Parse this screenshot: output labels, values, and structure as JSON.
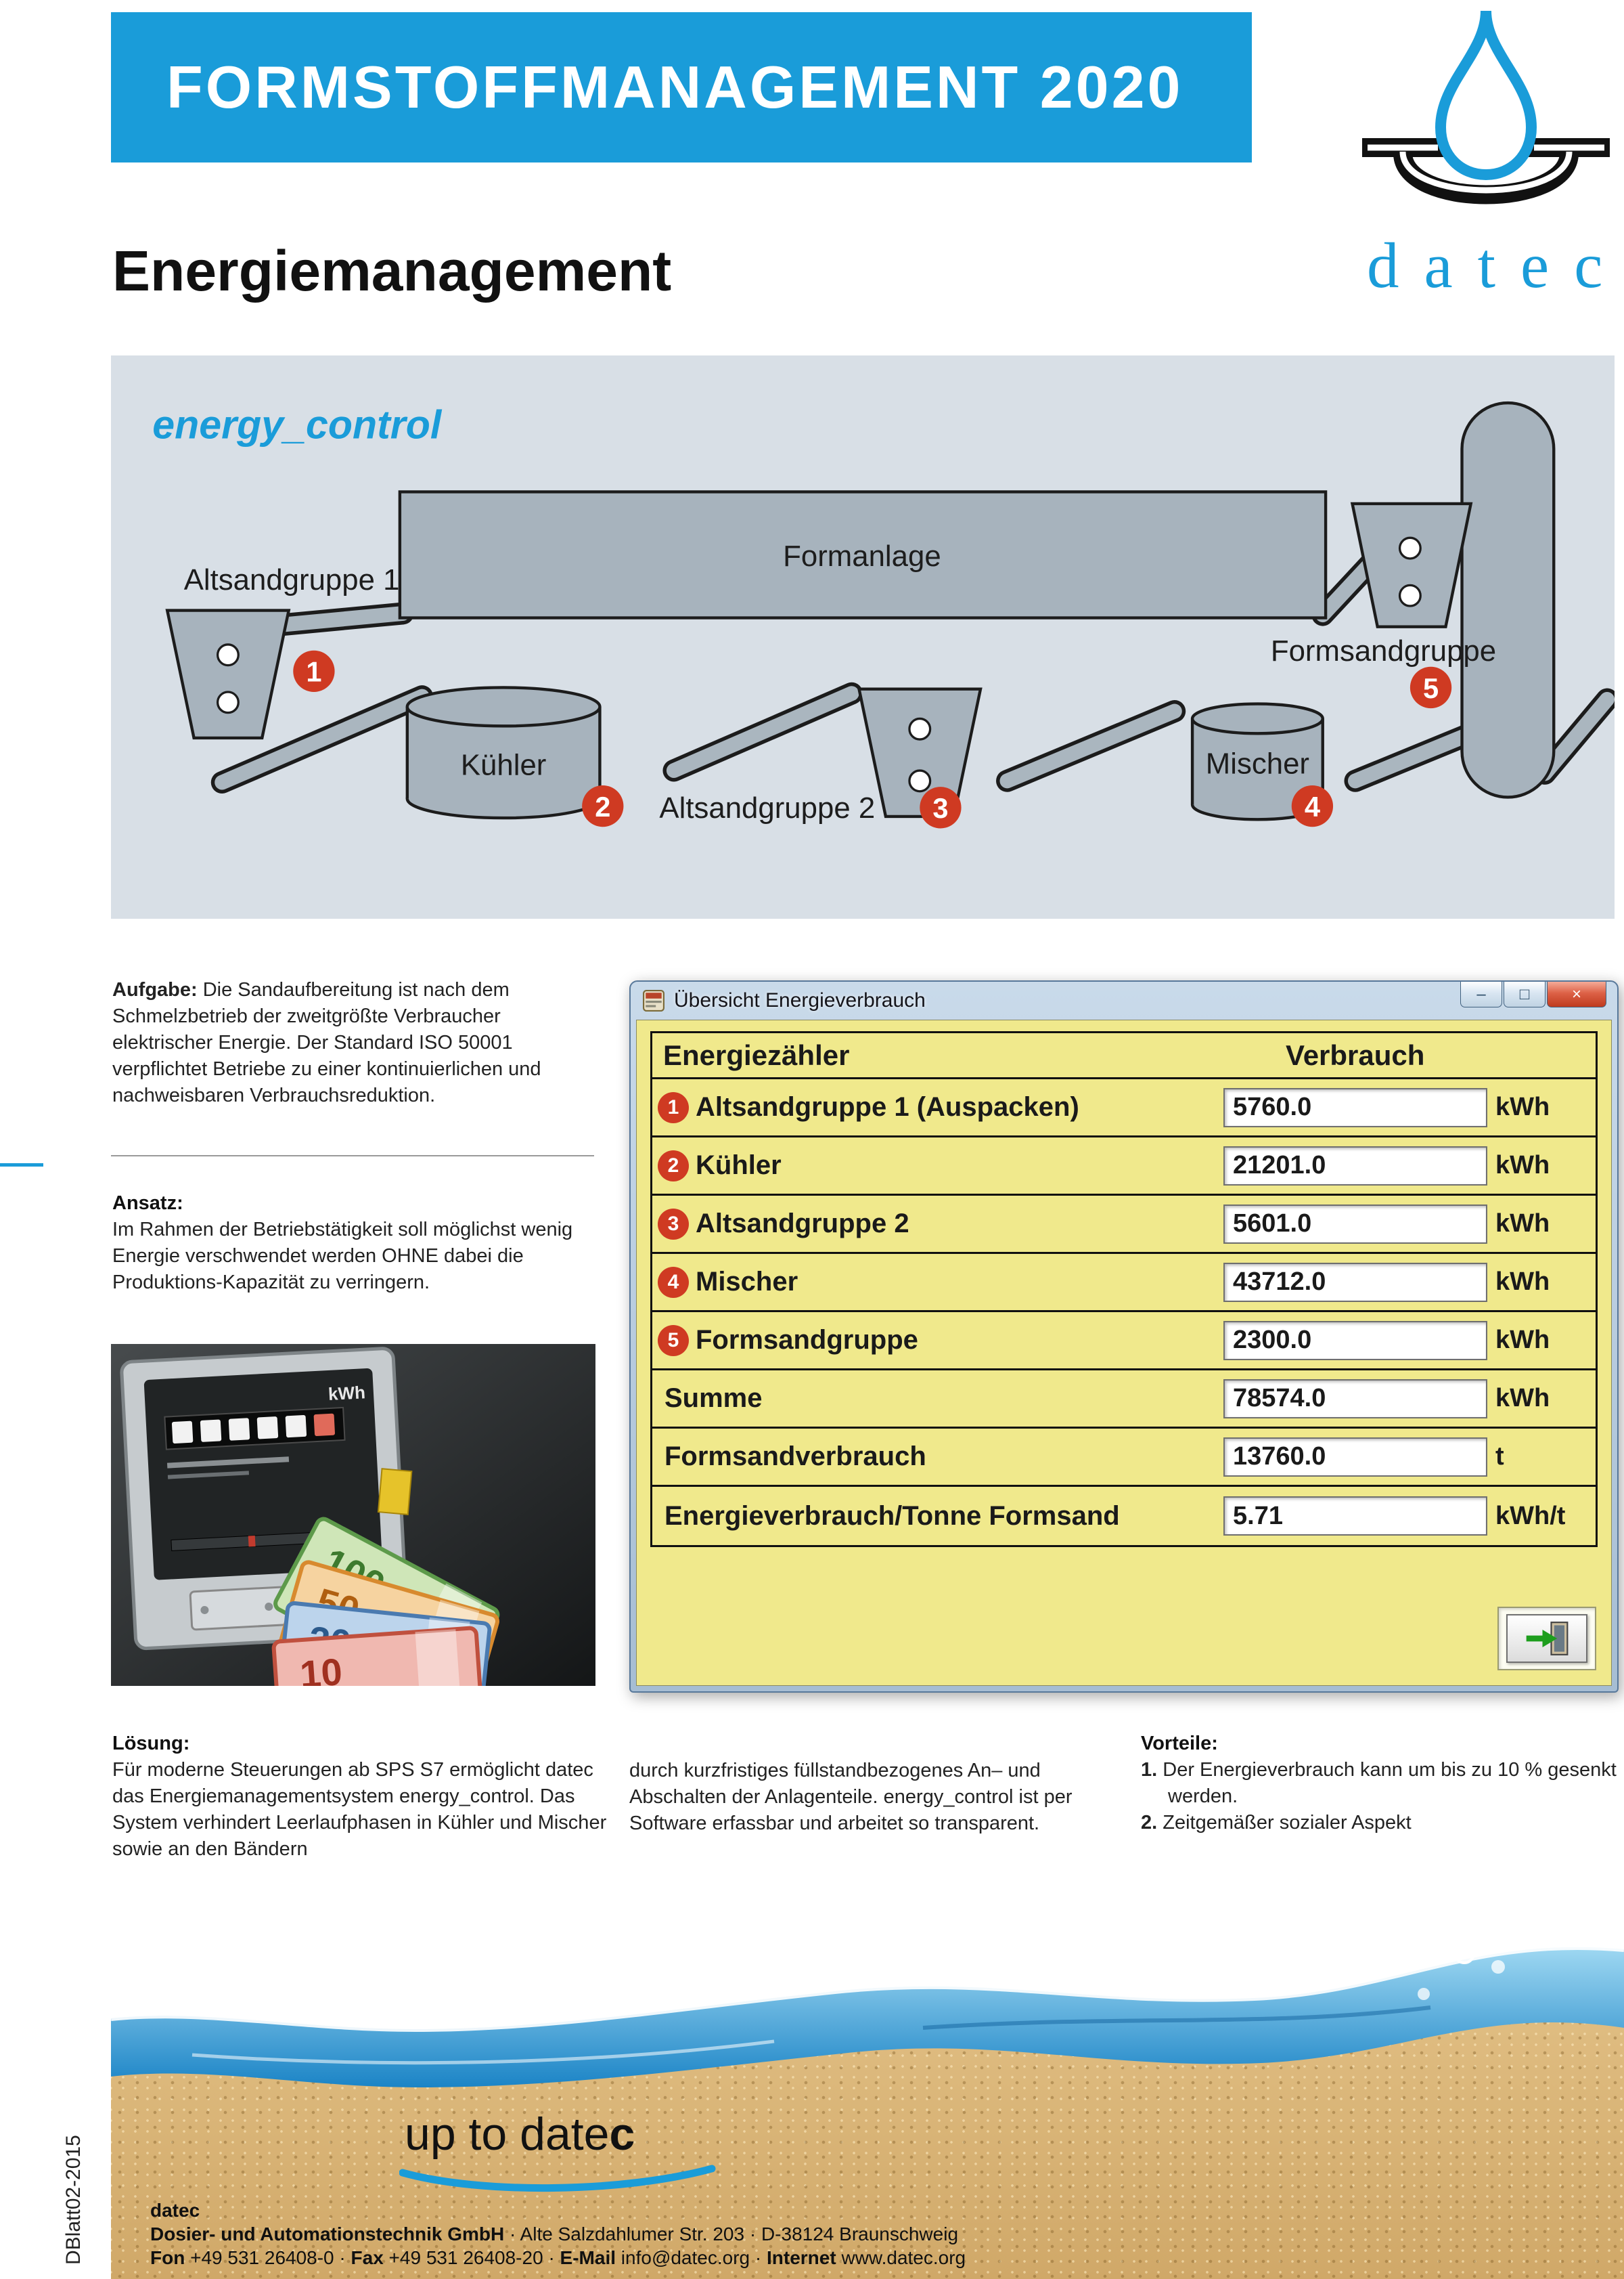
{
  "doc": {
    "code": "DBlatt02-2015"
  },
  "colors": {
    "brand_blue": "#1a9cd9",
    "dialog_yellow": "#f0e98c",
    "badge_red": "#cf3a22"
  },
  "header": {
    "banner_title": "FORMSTOFFMANAGEMENT 2020",
    "logo_wordmark": "datec"
  },
  "title": "Energiemanagement",
  "diagram": {
    "caption": "energy_control",
    "formanlage_label": "Formanlage",
    "stations": [
      {
        "num": "1",
        "label": "Altsandgruppe 1"
      },
      {
        "num": "2",
        "label": "Kühler"
      },
      {
        "num": "3",
        "label": "Altsandgruppe 2"
      },
      {
        "num": "4",
        "label": "Mischer"
      },
      {
        "num": "5",
        "label": "Formsandgruppe"
      }
    ]
  },
  "aufgabe": {
    "heading": "Aufgabe:",
    "body": "Die Sandaufbereitung ist nach dem Schmelzbetrieb der zweitgrößte Verbraucher elektrischer Energie. Der Standard ISO 50001 verpflichtet Betriebe zu einer kontinuierlichen und nachweisbaren Verbrauchsreduktion."
  },
  "ansatz": {
    "heading": "Ansatz:",
    "body": "Im Rahmen der Betriebstätigkeit soll möglichst wenig Energie verschwendet werden OHNE dabei die Produktions-Kapazität zu verringern."
  },
  "photo": {
    "meter_unit": "kWh",
    "banknotes": [
      "100",
      "50",
      "20",
      "10"
    ]
  },
  "dialog": {
    "title": "Übersicht Energieverbrauch",
    "columns": {
      "left": "Energiezähler",
      "right": "Verbrauch"
    },
    "window_buttons": {
      "minimize": "–",
      "maximize": "□",
      "close": "×"
    },
    "rows": [
      {
        "badge": "1",
        "label": "Altsandgruppe 1 (Auspacken)",
        "value": "5760.0",
        "unit": "kWh"
      },
      {
        "badge": "2",
        "label": "Kühler",
        "value": "21201.0",
        "unit": "kWh"
      },
      {
        "badge": "3",
        "label": "Altsandgruppe 2",
        "value": "5601.0",
        "unit": "kWh"
      },
      {
        "badge": "4",
        "label": "Mischer",
        "value": "43712.0",
        "unit": "kWh"
      },
      {
        "badge": "5",
        "label": "Formsandgruppe",
        "value": "2300.0",
        "unit": "kWh"
      },
      {
        "badge": "",
        "label": "Summe",
        "value": "78574.0",
        "unit": "kWh"
      },
      {
        "badge": "",
        "label": "Formsandverbrauch",
        "value": "13760.0",
        "unit": "t"
      },
      {
        "badge": "",
        "label": "Energieverbrauch/Tonne Formsand",
        "value": "5.71",
        "unit": "kWh/t"
      }
    ]
  },
  "loesung": {
    "heading": "Lösung:",
    "col1": "Für moderne Steuerungen ab SPS S7 ermöglicht datec das Energiemanagementsystem energy_control. Das System verhindert Leerlaufphasen in Kühler und Mischer sowie an den Bändern",
    "col2": "durch kurzfristiges füllstandbezogenes An– und Abschalten der Anlagenteile. energy_control ist per Software erfassbar und arbeitet so transparent."
  },
  "vorteile": {
    "heading": "Vorteile:",
    "items": [
      {
        "num": "1.",
        "text": "Der Energieverbrauch kann um bis zu 10 % gesenkt werden."
      },
      {
        "num": "2.",
        "text": "Zeitgemäßer sozialer Aspekt"
      }
    ]
  },
  "footer": {
    "slogan_main": "up to date",
    "slogan_accent": "c",
    "company_short": "datec",
    "company_bold": "Dosier- und Automationstechnik GmbH",
    "address_rest": "· Alte Salzdahlumer Str. 203 · D-38124 Braunschweig",
    "sep": "·",
    "contact": [
      {
        "label": "Fon",
        "value": "+49 531 26408-0"
      },
      {
        "label": "Fax",
        "value": "+49 531 26408-20"
      },
      {
        "label": "E-Mail",
        "value": "info@datec.org"
      },
      {
        "label": "Internet",
        "value": "www.datec.org"
      }
    ]
  }
}
